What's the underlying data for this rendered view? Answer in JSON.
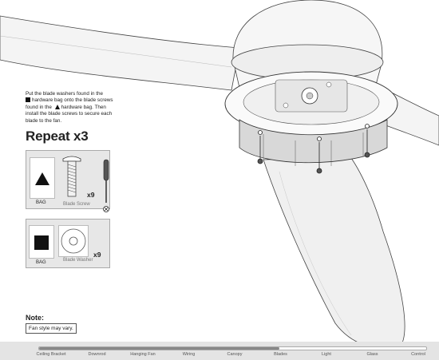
{
  "instruction": {
    "part1": "Put the blade washers found in the",
    "part2": "hardware bag onto the blade screws found in the",
    "part3": "hardware bag. Then install the blade screws to secure each blade to the fan."
  },
  "repeat_label": "Repeat x3",
  "panel_screw": {
    "bag_label": "BAG",
    "item_label": "Blade Screw",
    "quantity": "x9"
  },
  "panel_washer": {
    "bag_label": "BAG",
    "item_label": "Blade Washer",
    "quantity": "x9"
  },
  "note": {
    "heading": "Note:",
    "text": "Fan style may vary."
  },
  "progress": {
    "completed_fraction": 0.62,
    "steps": [
      "Ceiling Bracket",
      "Downrod",
      "Hanging Fan",
      "Wiring",
      "Canopy",
      "Blades",
      "Light",
      "Glass",
      "Control"
    ],
    "current_step": "Blades"
  },
  "colors": {
    "blade_fill": "#f2f2f2",
    "outline": "#333333",
    "panel_bg": "#e7e7e7",
    "progress_fill": "#888888"
  }
}
